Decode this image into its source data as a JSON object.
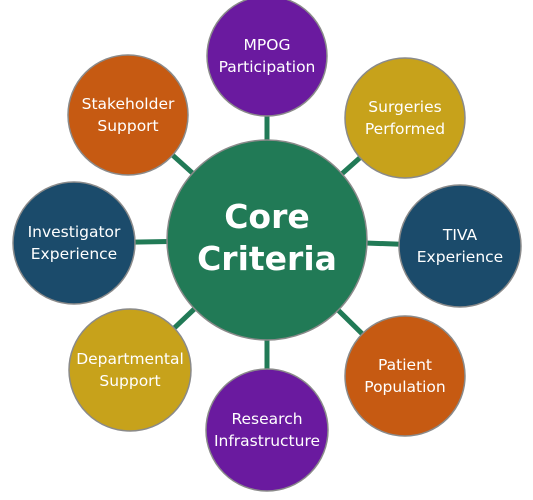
{
  "center": {
    "lines": [
      "Core",
      "Criteria"
    ],
    "color": "#217a56"
  },
  "nodes": [
    {
      "id": "mpog-participation",
      "lines": [
        "MPOG",
        "Participation"
      ],
      "color": "#6a1a9f",
      "position": "top"
    },
    {
      "id": "surgeries-performed",
      "lines": [
        "Surgeries",
        "Performed"
      ],
      "color": "#c7a21b",
      "position": "top-right"
    },
    {
      "id": "tiva-experience",
      "lines": [
        "TIVA",
        "Experience"
      ],
      "color": "#1b4b6b",
      "position": "right"
    },
    {
      "id": "patient-population",
      "lines": [
        "Patient",
        "Population"
      ],
      "color": "#c65a12",
      "position": "bottom-right"
    },
    {
      "id": "research-infrastructure",
      "lines": [
        "Research",
        "Infrastructure"
      ],
      "color": "#6a1a9f",
      "position": "bottom"
    },
    {
      "id": "departmental-support",
      "lines": [
        "Departmental",
        "Support"
      ],
      "color": "#c7a21b",
      "position": "bottom-left"
    },
    {
      "id": "investigator-experience",
      "lines": [
        "Investigator",
        "Experience"
      ],
      "color": "#1b4b6b",
      "position": "left"
    },
    {
      "id": "stakeholder-support",
      "lines": [
        "Stakeholder",
        "Support"
      ],
      "color": "#c65a12",
      "position": "top-left"
    }
  ],
  "connector_color": "#217a56",
  "stroke_color": "#8a8a8a"
}
